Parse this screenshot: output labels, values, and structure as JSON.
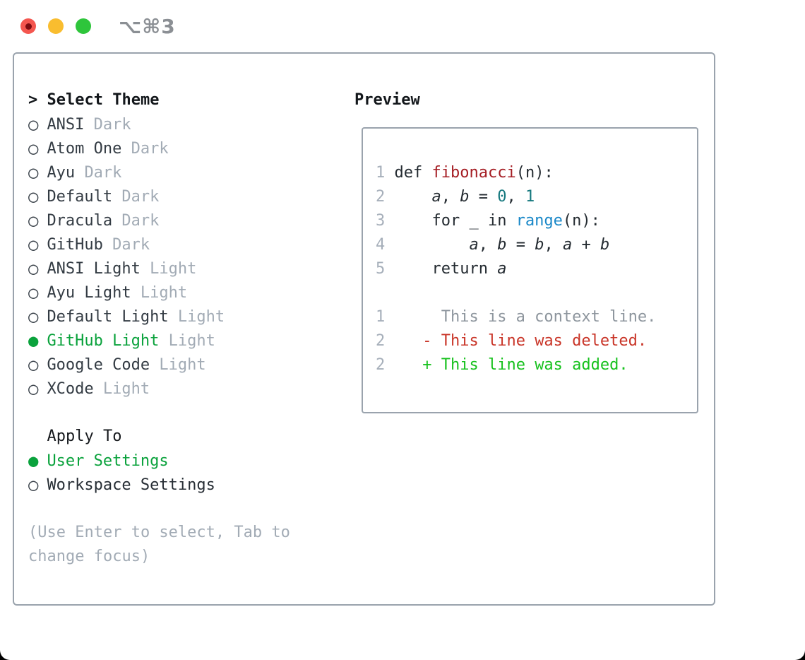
{
  "window": {
    "title": "⌥⌘3"
  },
  "glyphs": {
    "prompt": ">",
    "radio_selected": "●",
    "radio_unselected": "○"
  },
  "colors": {
    "accent_green": "#0aa23c",
    "added_green": "#16c11d",
    "removed_red": "#c93528",
    "function_red": "#a51e24",
    "number_teal": "#15787e",
    "builtin_blue": "#1a88c8",
    "muted_gray": "#a2abb5",
    "panel_border": "#9aa3ad",
    "traffic_red": "#f4564f",
    "traffic_yellow": "#f9bd2f",
    "traffic_green": "#2ec53b"
  },
  "theme_list": {
    "title": "Select Theme",
    "items": [
      {
        "name": "ANSI",
        "variant": "Dark",
        "selected": false
      },
      {
        "name": "Atom One",
        "variant": "Dark",
        "selected": false
      },
      {
        "name": "Ayu",
        "variant": "Dark",
        "selected": false
      },
      {
        "name": "Default",
        "variant": "Dark",
        "selected": false
      },
      {
        "name": "Dracula",
        "variant": "Dark",
        "selected": false
      },
      {
        "name": "GitHub",
        "variant": "Dark",
        "selected": false
      },
      {
        "name": "ANSI Light",
        "variant": "Light",
        "selected": false
      },
      {
        "name": "Ayu Light",
        "variant": "Light",
        "selected": false
      },
      {
        "name": "Default Light",
        "variant": "Light",
        "selected": false
      },
      {
        "name": "GitHub Light",
        "variant": "Light",
        "selected": true
      },
      {
        "name": "Google Code",
        "variant": "Light",
        "selected": false
      },
      {
        "name": "XCode",
        "variant": "Light",
        "selected": false
      }
    ]
  },
  "apply_to": {
    "title": "Apply To",
    "options": [
      {
        "label": "User Settings",
        "selected": true
      },
      {
        "label": "Workspace Settings",
        "selected": false
      }
    ]
  },
  "hint_lines": [
    "(Use Enter to select, Tab to",
    "change focus)"
  ],
  "preview": {
    "title": "Preview",
    "lines": [
      {
        "num": "1",
        "segments": [
          [
            "plain",
            "def "
          ],
          [
            "func",
            "fibonacci"
          ],
          [
            "plain",
            "(n):"
          ]
        ]
      },
      {
        "num": "2",
        "segments": [
          [
            "plain",
            "    "
          ],
          [
            "var",
            "a"
          ],
          [
            "plain",
            ", "
          ],
          [
            "var",
            "b"
          ],
          [
            "plain",
            " = "
          ],
          [
            "number",
            "0"
          ],
          [
            "plain",
            ", "
          ],
          [
            "number",
            "1"
          ]
        ]
      },
      {
        "num": "3",
        "segments": [
          [
            "plain",
            "    for _ in "
          ],
          [
            "builtin",
            "range"
          ],
          [
            "plain",
            "(n):"
          ]
        ]
      },
      {
        "num": "4",
        "segments": [
          [
            "plain",
            "        "
          ],
          [
            "var",
            "a"
          ],
          [
            "plain",
            ", "
          ],
          [
            "var",
            "b"
          ],
          [
            "plain",
            " = "
          ],
          [
            "var",
            "b"
          ],
          [
            "plain",
            ", "
          ],
          [
            "var",
            "a"
          ],
          [
            "plain",
            " + "
          ],
          [
            "var",
            "b"
          ]
        ]
      },
      {
        "num": "5",
        "segments": [
          [
            "plain",
            "    return "
          ],
          [
            "var",
            "a"
          ]
        ]
      },
      {
        "num": "",
        "segments": []
      },
      {
        "num": "1",
        "segments": [
          [
            "context",
            "     This is a context line."
          ]
        ]
      },
      {
        "num": "2",
        "segments": [
          [
            "plain",
            "   "
          ],
          [
            "removed",
            "- This line was deleted."
          ]
        ]
      },
      {
        "num": "2",
        "segments": [
          [
            "plain",
            "   "
          ],
          [
            "added",
            "+ This line was added."
          ]
        ]
      }
    ]
  }
}
